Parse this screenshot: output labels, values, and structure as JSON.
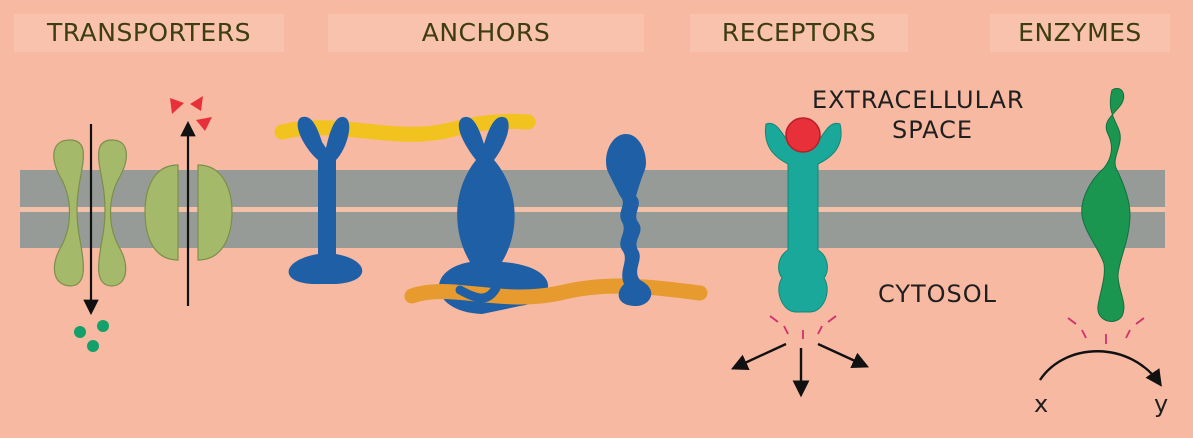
{
  "categories": {
    "transporters": "TRANSPORTERS",
    "anchors": "ANCHORS",
    "receptors": "RECEPTORS",
    "enzymes": "ENZYMES"
  },
  "regions": {
    "extracellular_line1": "EXTRACELLULAR",
    "extracellular_line2": "SPACE",
    "cytosol": "CYTOSOL"
  },
  "reaction": {
    "substrate": "x",
    "product": "y"
  },
  "colors": {
    "background": "#f7b9a2",
    "membrane": "#979b97",
    "transporter": "#a4b96a",
    "anchor": "#1f5fa6",
    "receptor": "#1aa89a",
    "enzyme": "#1a9650",
    "ligand": "#e8303a",
    "yellow_fiber": "#f2c21f",
    "orange_fiber": "#e79a2d",
    "molecule_green": "#14a06a",
    "molecule_red": "#e8303a"
  }
}
